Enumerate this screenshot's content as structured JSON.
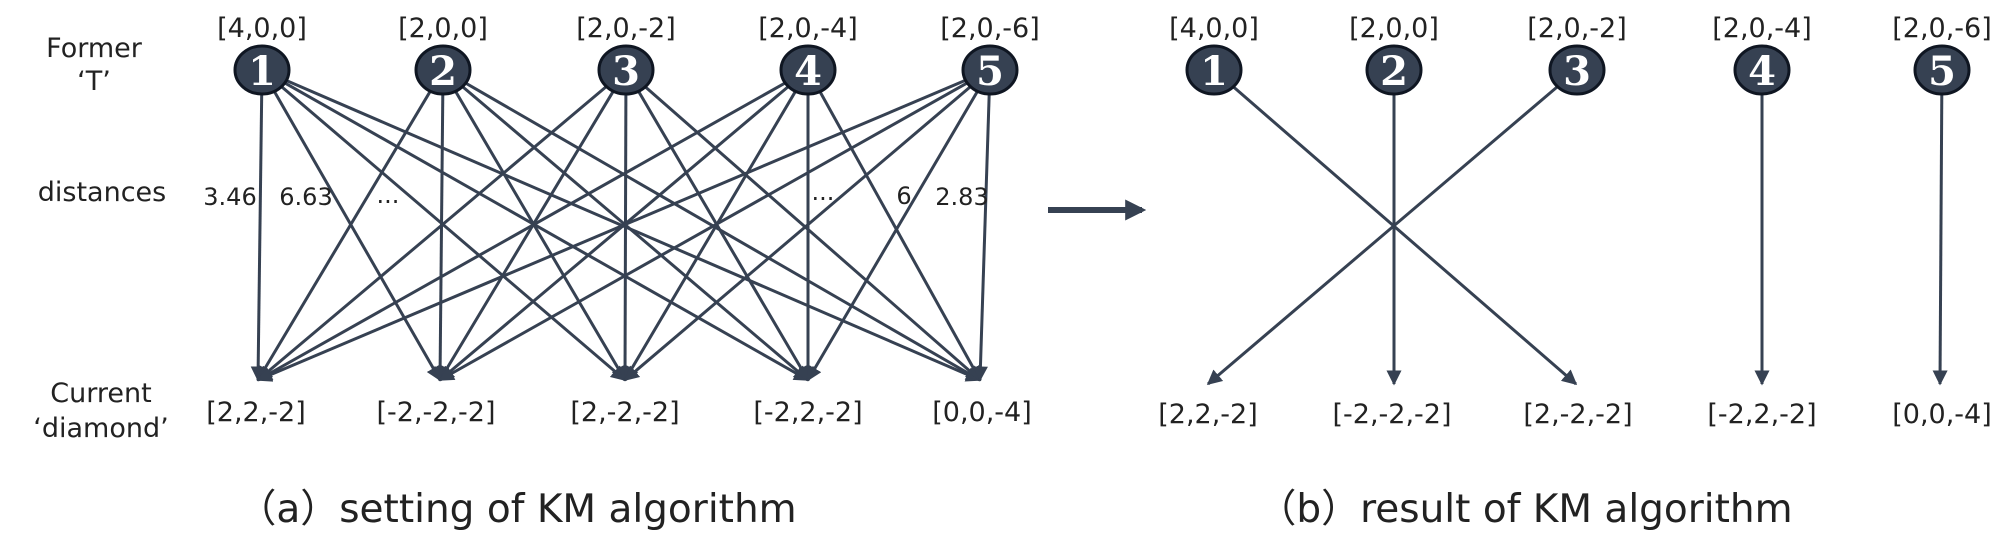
{
  "row_labels": {
    "former": [
      "Former",
      "‘T’"
    ],
    "distances": "distances",
    "current": [
      "Current",
      "‘diamond’"
    ]
  },
  "former_nodes": [
    {
      "id": "1",
      "coord": "[4,0,0]"
    },
    {
      "id": "2",
      "coord": "[2,0,0]"
    },
    {
      "id": "3",
      "coord": "[2,0,-2]"
    },
    {
      "id": "4",
      "coord": "[2,0,-4]"
    },
    {
      "id": "5",
      "coord": "[2,0,-6]"
    }
  ],
  "current_nodes": [
    "[2,2,-2]",
    "[-2,-2,-2]",
    "[2,-2,-2]",
    "[-2,2,-2]",
    "[0,0,-4]"
  ],
  "distance_labels": [
    "3.46",
    "6.63",
    "...",
    "...",
    "6",
    "2.83"
  ],
  "result_matching": [
    2,
    1,
    0,
    3,
    4
  ],
  "captions": {
    "a": "（a）setting of KM algorithm",
    "b": "（b）result of KM algorithm"
  },
  "colors": {
    "node_fill": "#364152",
    "edge": "#364152",
    "text": "#222222"
  }
}
